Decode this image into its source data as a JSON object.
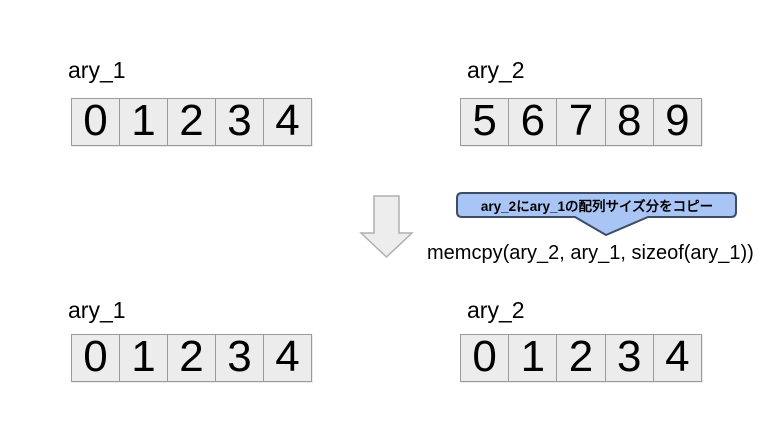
{
  "diagram": {
    "title_hint": "memcpy array copy illustration",
    "arrays": {
      "before_src": {
        "label": "ary_1",
        "cells": [
          "0",
          "1",
          "2",
          "3",
          "4"
        ]
      },
      "before_dst": {
        "label": "ary_2",
        "cells": [
          "5",
          "6",
          "7",
          "8",
          "9"
        ]
      },
      "after_src": {
        "label": "ary_1",
        "cells": [
          "0",
          "1",
          "2",
          "3",
          "4"
        ]
      },
      "after_dst": {
        "label": "ary_2",
        "cells": [
          "0",
          "1",
          "2",
          "3",
          "4"
        ]
      }
    },
    "callout": {
      "text": "ary_2にary_1の配列サイズ分をコピー"
    },
    "code": {
      "text": "memcpy(ary_2, ary_1, sizeof(ary_1))"
    },
    "icons": {
      "arrow": "down-arrow-icon"
    },
    "colors": {
      "cell_fill": "#ececec",
      "cell_border": "#9b9b9b",
      "arrow_fill": "#ededed",
      "arrow_stroke": "#b0b0b0",
      "callout_fill": "#a9c5f5",
      "callout_border": "#3d4d66"
    }
  }
}
